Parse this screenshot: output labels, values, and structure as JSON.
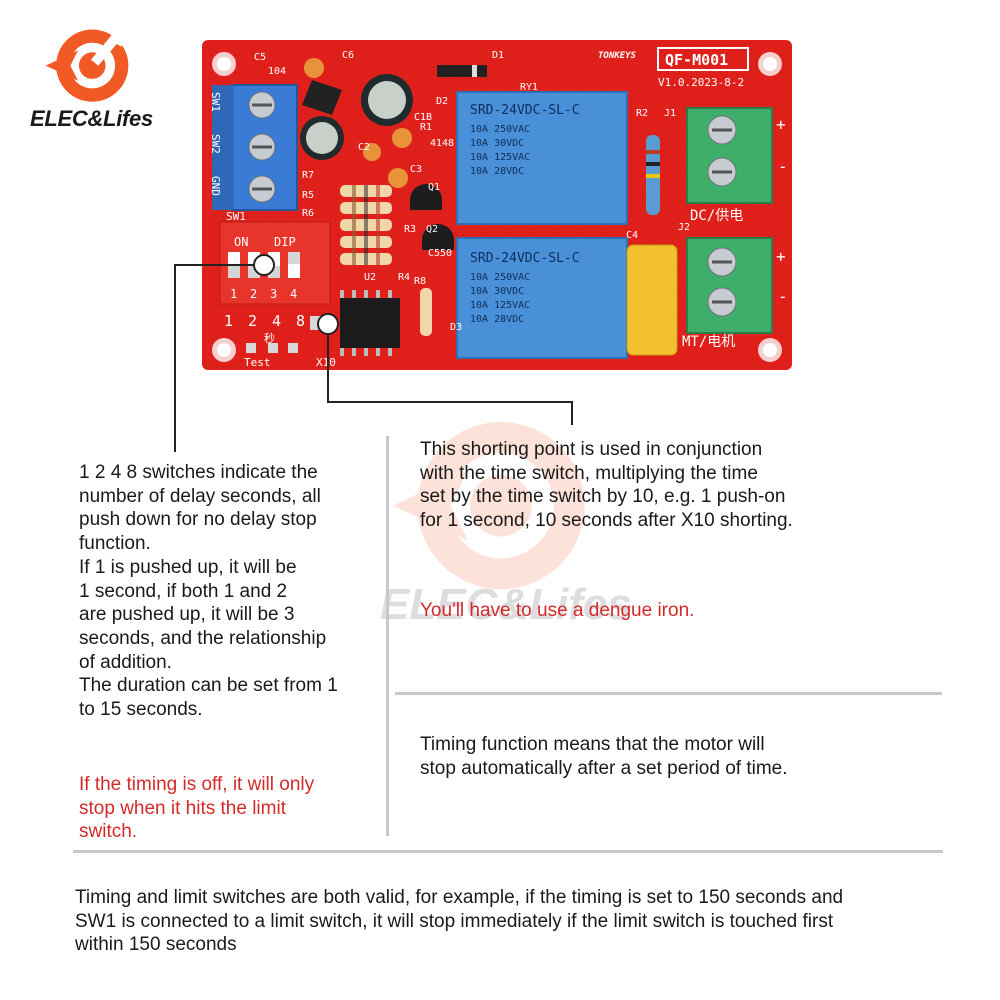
{
  "brand": {
    "logo_text": "ELEC&Lifes",
    "accent_color": "#f15a24"
  },
  "board": {
    "model": "QF-M001",
    "maker": "TONKEYS",
    "version": "V1.0.2023-8-2",
    "relay_label": "SRD-24VDC-SL-C",
    "relay_specs": [
      "10A 250VAC",
      "10A 30VDC",
      "10A 125VAC",
      "10A 28VDC"
    ],
    "dip_on": "ON",
    "dip_label": "DIP",
    "dip_numbers": [
      "1",
      "2",
      "3",
      "4"
    ],
    "dip_weights": [
      "1",
      "2",
      "4",
      "8"
    ],
    "seconds_char": "秒",
    "terminal_left": [
      "SW1",
      "SW2",
      "GND"
    ],
    "sw1_label": "SW1",
    "dc_label": "DC/供电",
    "mt_label": "MT/电机",
    "plus": "+",
    "minus": "-",
    "test_label": "Test",
    "x10_label": "X10",
    "components": [
      "C5",
      "104",
      "C6",
      "D1",
      "RY1",
      "D2",
      "R1",
      "R2",
      "J1",
      "C1B",
      "C2",
      "C3",
      "R7",
      "R5",
      "R6",
      "R3",
      "R4",
      "Q1",
      "Q2",
      "U2",
      "R8",
      "D3",
      "C4",
      "J2",
      "4148",
      "C550"
    ]
  },
  "texts": {
    "dip_explanation": "1 2 4 8 switches indicate the\nnumber of delay seconds, all\npush down for no delay stop\nfunction.\nIf 1 is pushed up, it will be\n1 second, if both 1 and 2\nare pushed up, it will be 3\nseconds, and the relationship\nof addition.\nThe duration can be set from 1\nto 15 seconds.",
    "timing_off_note": "If the timing is off, it will only\nstop when it hits the limit\nswitch.",
    "shorting_point": "This shorting point is used in conjunction\nwith the time switch, multiplying the time\nset by the time switch by 10, e.g. 1 push-on\nfor 1 second, 10 seconds after X10 shorting.",
    "iron_note": "You'll have to use a dengue iron.",
    "timing_function": "Timing function means that the motor will\nstop automatically after a set period of time.",
    "bottom_note": "Timing and limit switches are both valid, for example, if the timing is set to 150 seconds and\nSW1 is connected to a limit switch, it will stop immediately if the limit switch is touched first\nwithin 150 seconds"
  },
  "colors": {
    "pcb_red": "#e0201b",
    "relay_blue": "#4a90d9",
    "terminal_blue": "#3a7bd5",
    "terminal_green": "#3fae6a",
    "capacitor_yellow": "#f2c12e",
    "note_red": "#d42a2a"
  }
}
